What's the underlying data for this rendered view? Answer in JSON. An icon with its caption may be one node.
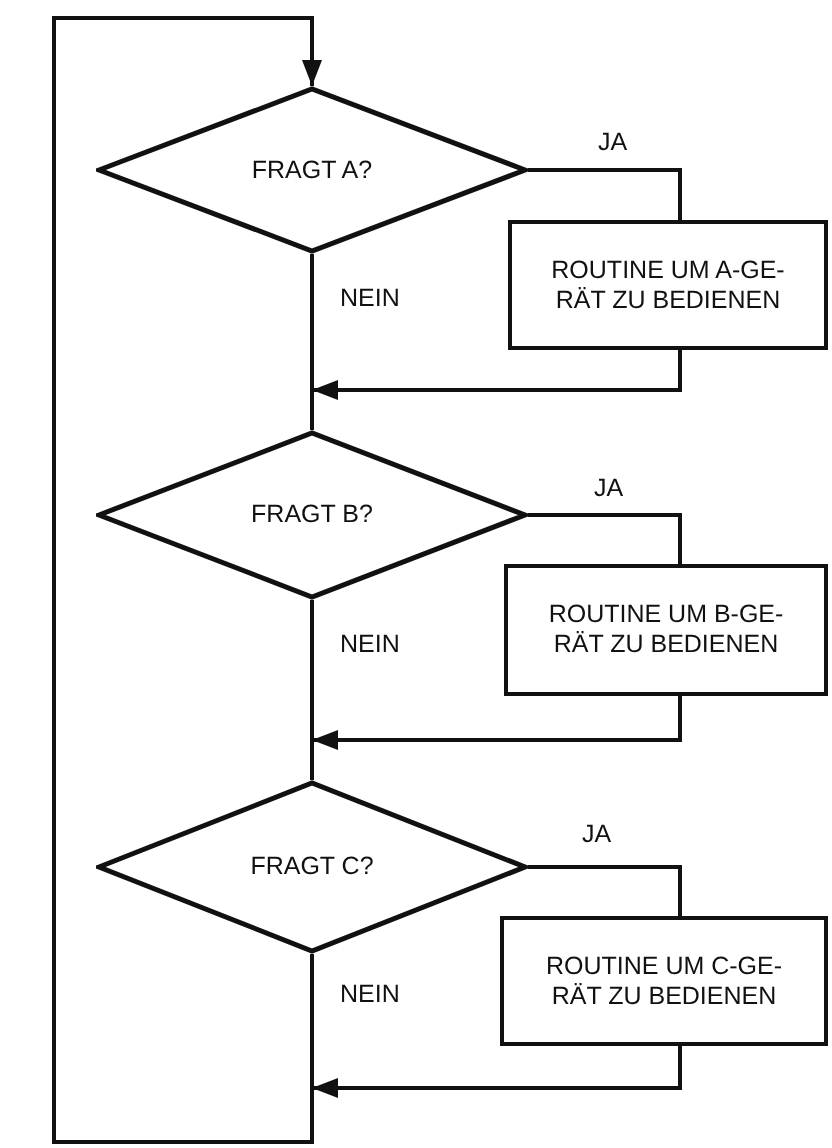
{
  "diagram": {
    "nodes": [
      {
        "text": [
          "FRAGT A?"
        ]
      },
      {
        "text": [
          "ROUTINE UM A-GE- RÄT ZU BEDIENEN"
        ]
      },
      {
        "text": [
          "FRAGT B?"
        ]
      },
      {
        "text": [
          "ROUTINE UM B-GE- RÄT ZU BEDIENEN"
        ]
      },
      {
        "text": [
          "FRAGT C?"
        ]
      },
      {
        "text": [
          "ROUTINE UM C-GE- RÄT ZU BEDIENEN"
        ]
      }
    ],
    "edges": [
      {
        "from": 0,
        "to": 1,
        "arrow": "none",
        "label": "JA"
      },
      {
        "from": 0,
        "to": 2,
        "arrow": "none",
        "label": "NEIN"
      },
      {
        "from": 1,
        "to": 2,
        "arrow": "to"
      },
      {
        "from": 2,
        "to": 3,
        "arrow": "none",
        "label": "JA"
      },
      {
        "from": 2,
        "to": 4,
        "arrow": "none",
        "label": "NEIN"
      },
      {
        "from": 3,
        "to": 4,
        "arrow": "to"
      },
      {
        "from": 4,
        "to": 5,
        "arrow": "none",
        "label": "JA"
      },
      {
        "from": 4,
        "to": 0,
        "arrow": "to",
        "label": "NEIN"
      },
      {
        "from": 5,
        "to": 0,
        "arrow": "to"
      }
    ]
  }
}
